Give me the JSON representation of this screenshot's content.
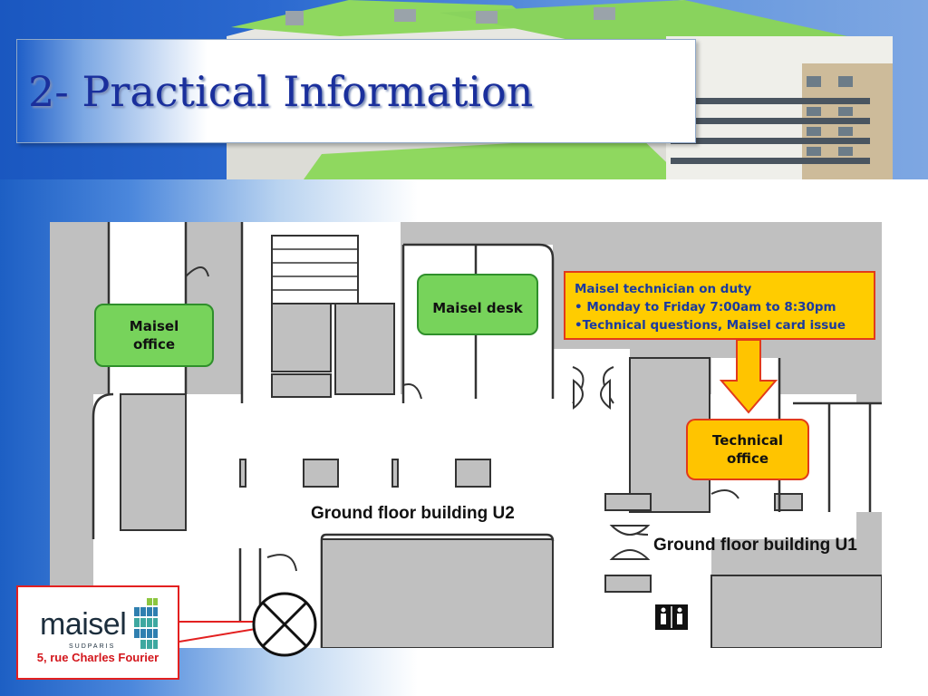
{
  "slide": {
    "title": "2- Practical Information"
  },
  "labels": {
    "maisel_office": "Maisel office",
    "maisel_desk": "Maisel desk",
    "technical_office": "Technical office",
    "ground_floor_u2": "Ground floor building U2",
    "ground_floor_u1": "Ground floor building U1"
  },
  "technician_note": {
    "heading": "Maisel technician on duty",
    "line1": "• Monday to Friday  7:00am to 8:30pm",
    "line2": "•Technical questions, Maisel card issue"
  },
  "logo": {
    "wordmark": "maisel",
    "subtitle": "SUDPARIS",
    "address": "5, rue Charles Fourier"
  },
  "icons": {
    "restroom": "restroom-icon",
    "entrance": "entrance-marker-icon",
    "arrow": "down-arrow-icon"
  },
  "colors": {
    "title": "#1a2f9c",
    "green_label": "#77d35b",
    "orange_label": "#ffcc00",
    "callout_border": "#e23a1a",
    "note_text": "#1a3aa0",
    "address_text": "#d3161c"
  }
}
